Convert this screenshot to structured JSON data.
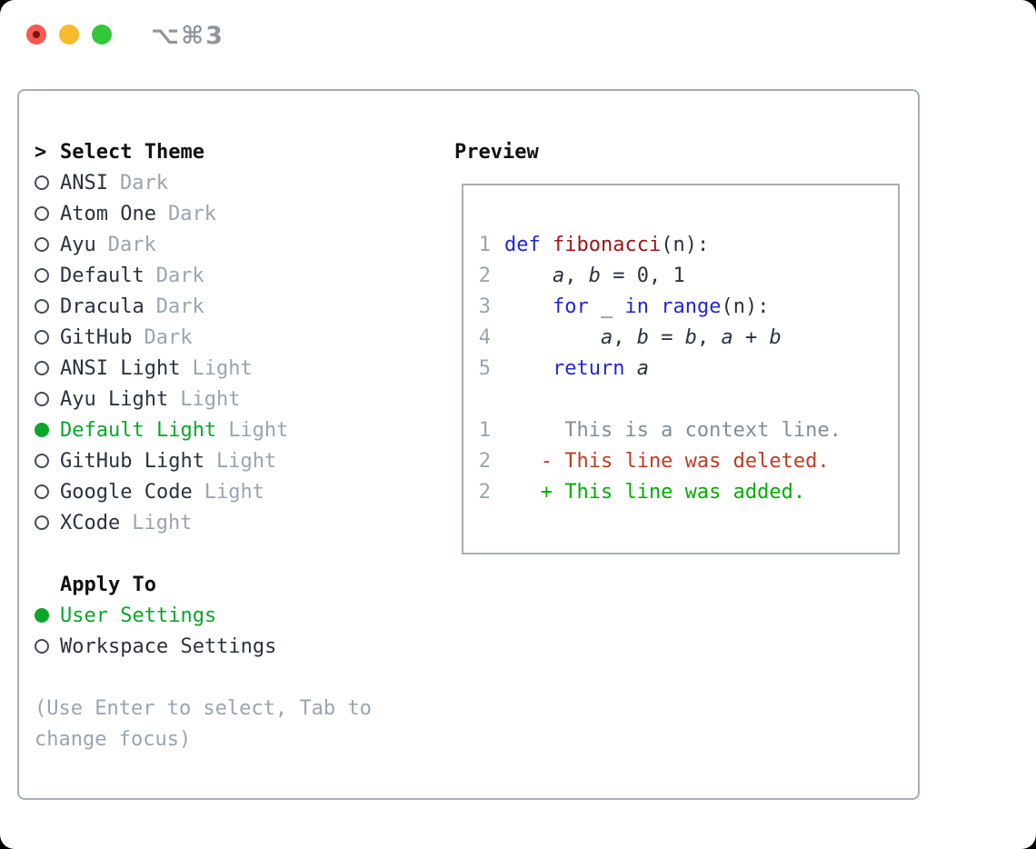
{
  "window": {
    "title": "⌥⌘3"
  },
  "theme_picker": {
    "cursor": ">",
    "heading": "Select Theme",
    "themes": [
      {
        "name": "ANSI",
        "variant": "Dark",
        "selected": false
      },
      {
        "name": "Atom One",
        "variant": "Dark",
        "selected": false
      },
      {
        "name": "Ayu",
        "variant": "Dark",
        "selected": false
      },
      {
        "name": "Default",
        "variant": "Dark",
        "selected": false
      },
      {
        "name": "Dracula",
        "variant": "Dark",
        "selected": false
      },
      {
        "name": "GitHub",
        "variant": "Dark",
        "selected": false
      },
      {
        "name": "ANSI Light",
        "variant": "Light",
        "selected": false
      },
      {
        "name": "Ayu Light",
        "variant": "Light",
        "selected": false
      },
      {
        "name": "Default Light",
        "variant": "Light",
        "selected": true
      },
      {
        "name": "GitHub Light",
        "variant": "Light",
        "selected": false
      },
      {
        "name": "Google Code",
        "variant": "Light",
        "selected": false
      },
      {
        "name": "XCode",
        "variant": "Light",
        "selected": false
      }
    ],
    "apply_to": {
      "heading": "Apply To",
      "options": [
        {
          "label": "User Settings",
          "selected": true
        },
        {
          "label": "Workspace Settings",
          "selected": false
        }
      ]
    },
    "hint_lines": [
      "(Use Enter to select, Tab to",
      "change focus)"
    ]
  },
  "preview": {
    "heading": "Preview",
    "code_lines": [
      {
        "num": "1",
        "tokens": [
          [
            "kw",
            "def"
          ],
          [
            "pl",
            " "
          ],
          [
            "fn",
            "fibonacci"
          ],
          [
            "pl",
            "(n):"
          ]
        ]
      },
      {
        "num": "2",
        "tokens": [
          [
            "pl",
            "    "
          ],
          [
            "var",
            "a"
          ],
          [
            "pl",
            ", "
          ],
          [
            "var",
            "b"
          ],
          [
            "pl",
            " = 0, 1"
          ]
        ]
      },
      {
        "num": "3",
        "tokens": [
          [
            "pl",
            "    "
          ],
          [
            "kw",
            "for"
          ],
          [
            "pl",
            " _ "
          ],
          [
            "kw",
            "in"
          ],
          [
            "pl",
            " "
          ],
          [
            "kw",
            "range"
          ],
          [
            "pl",
            "(n):"
          ]
        ]
      },
      {
        "num": "4",
        "tokens": [
          [
            "pl",
            "        "
          ],
          [
            "var",
            "a"
          ],
          [
            "pl",
            ", "
          ],
          [
            "var",
            "b"
          ],
          [
            "pl",
            " = "
          ],
          [
            "var",
            "b"
          ],
          [
            "pl",
            ", "
          ],
          [
            "var",
            "a"
          ],
          [
            "pl",
            " + "
          ],
          [
            "var",
            "b"
          ]
        ]
      },
      {
        "num": "5",
        "tokens": [
          [
            "pl",
            "    "
          ],
          [
            "kw",
            "return"
          ],
          [
            "pl",
            " "
          ],
          [
            "var",
            "a"
          ]
        ]
      },
      {
        "num": "",
        "tokens": []
      },
      {
        "num": "1",
        "tokens": [
          [
            "ctx",
            "     This is a context line."
          ]
        ]
      },
      {
        "num": "2",
        "tokens": [
          [
            "del",
            "   - This line was deleted."
          ]
        ]
      },
      {
        "num": "2",
        "tokens": [
          [
            "add",
            "   + This line was added."
          ]
        ]
      }
    ]
  },
  "colors": {
    "accent_green": "#0aa62a",
    "added_green": "#00ae00",
    "deleted_red": "#c23a20",
    "keyword_blue": "#2127d6",
    "function_red": "#a11616",
    "muted_gray": "#9aa4b1",
    "context_gray": "#838c97",
    "text_dark": "#2b323c",
    "border_gray": "#a6aeb8",
    "traffic_red": "#f45952",
    "traffic_red_dot": "#7e150c",
    "traffic_yellow": "#f7bb2e",
    "traffic_green": "#33c73a",
    "title_gray": "#8f959d"
  }
}
